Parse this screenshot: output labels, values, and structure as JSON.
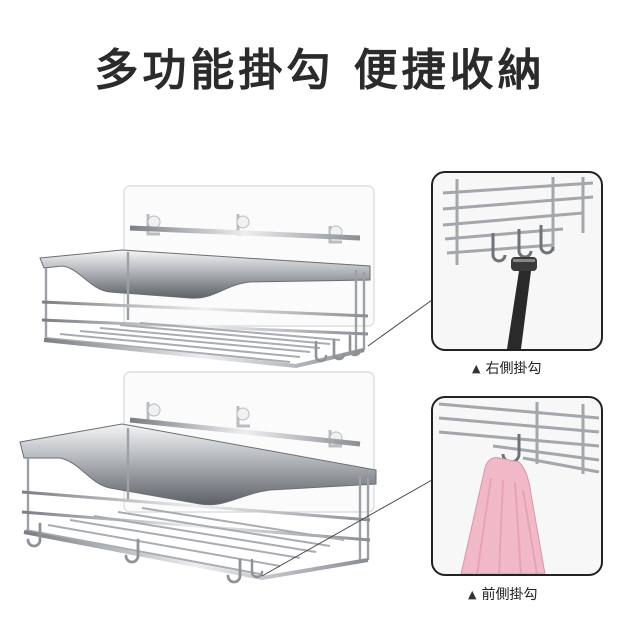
{
  "headline": "多功能掛勾 便捷收納",
  "insets": {
    "top_caption": "右側掛勾",
    "bottom_caption": "前側掛勾",
    "marker": "▲"
  },
  "colors": {
    "metal_light": "#e2e4e6",
    "metal_mid": "#a9adb2",
    "metal_dark": "#5d6166",
    "towel": "#f1b9c8",
    "razor": "#2a2a2a",
    "text": "#2b2b2b"
  }
}
